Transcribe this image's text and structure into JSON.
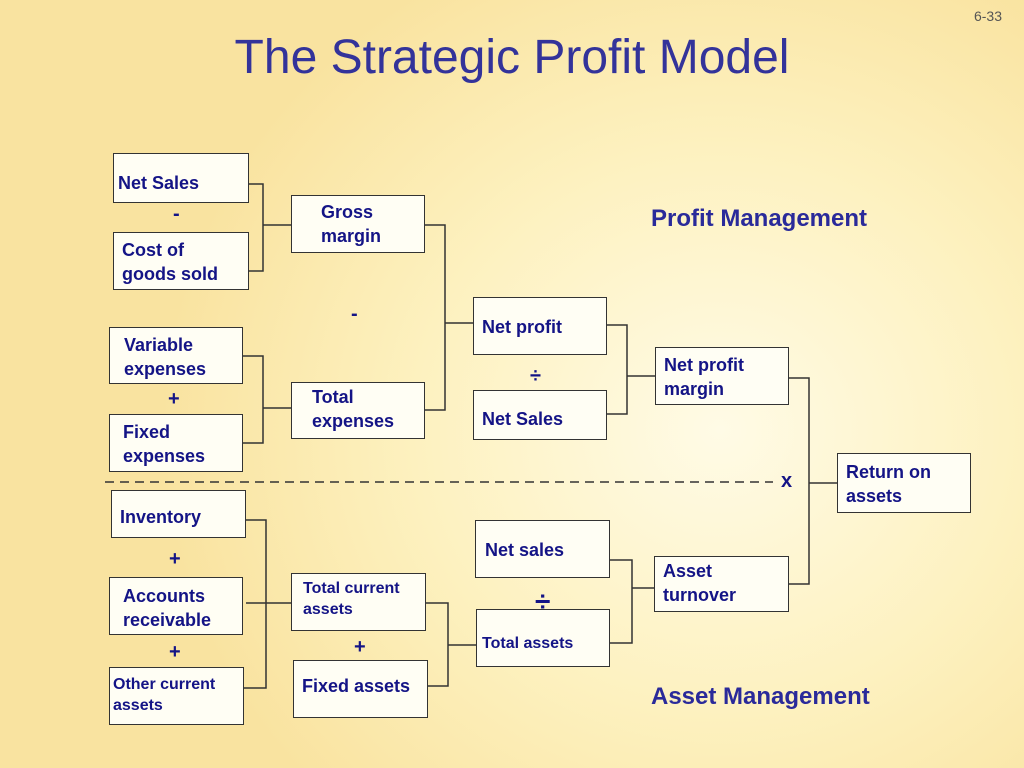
{
  "slide": {
    "number": "6-33",
    "title": "The Strategic Profit Model"
  },
  "labels": {
    "profit_management": "Profit Management",
    "asset_management": "Asset Management"
  },
  "boxes": {
    "net_sales_1": "Net Sales",
    "cogs": "Cost of goods sold",
    "variable_expenses": "Variable expenses",
    "fixed_expenses": "Fixed expenses",
    "gross_margin": "Gross margin",
    "total_expenses": "Total expenses",
    "net_profit": "Net profit",
    "net_sales_2": "Net Sales",
    "net_profit_margin": "Net profit margin",
    "return_on_assets": "Return on assets",
    "inventory": "Inventory",
    "accounts_receivable": "Accounts receivable",
    "other_current_assets": "Other current assets",
    "total_current_assets": "Total current assets",
    "fixed_assets": "Fixed assets",
    "net_sales_3": "Net sales",
    "total_assets": "Total assets",
    "asset_turnover": "Asset turnover"
  },
  "operators": {
    "minus_cogs": "-",
    "minus_expenses": "-",
    "plus_fixed": "+",
    "divide_profit": "÷",
    "multiply": "x",
    "plus_receivable": "+",
    "plus_other": "+",
    "plus_fixed_assets": "+",
    "divide_assets": "÷"
  },
  "colors": {
    "text": "#141486",
    "title": "#33339a",
    "line": "#333333"
  }
}
